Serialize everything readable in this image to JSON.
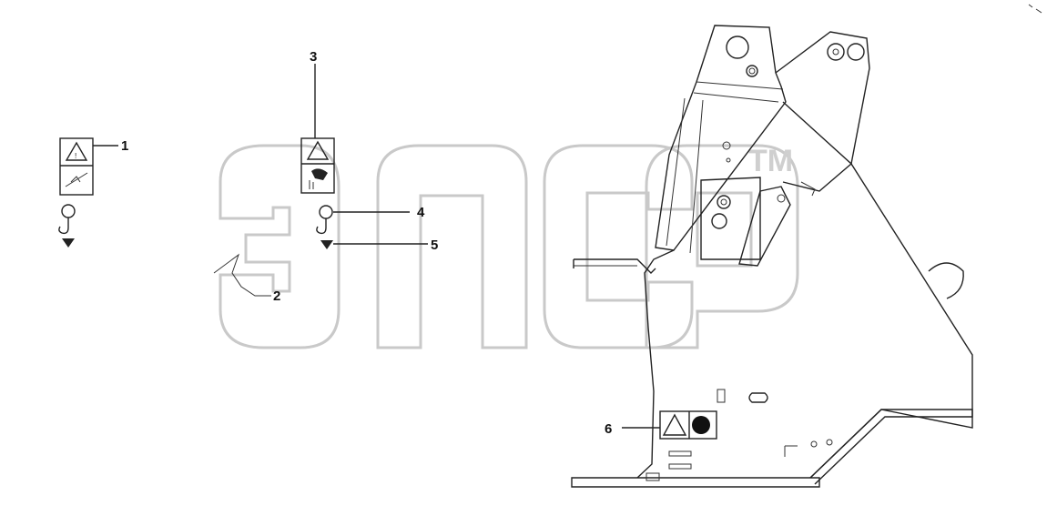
{
  "watermark": {
    "trademark": "TM"
  },
  "callouts": [
    {
      "id": "1",
      "label": "1"
    },
    {
      "id": "2",
      "label": "2"
    },
    {
      "id": "3",
      "label": "3"
    },
    {
      "id": "4",
      "label": "4"
    },
    {
      "id": "5",
      "label": "5"
    },
    {
      "id": "6",
      "label": "6"
    }
  ],
  "colors": {
    "line": "#222222",
    "watermark": "#c9c9c9",
    "background": "#ffffff"
  }
}
